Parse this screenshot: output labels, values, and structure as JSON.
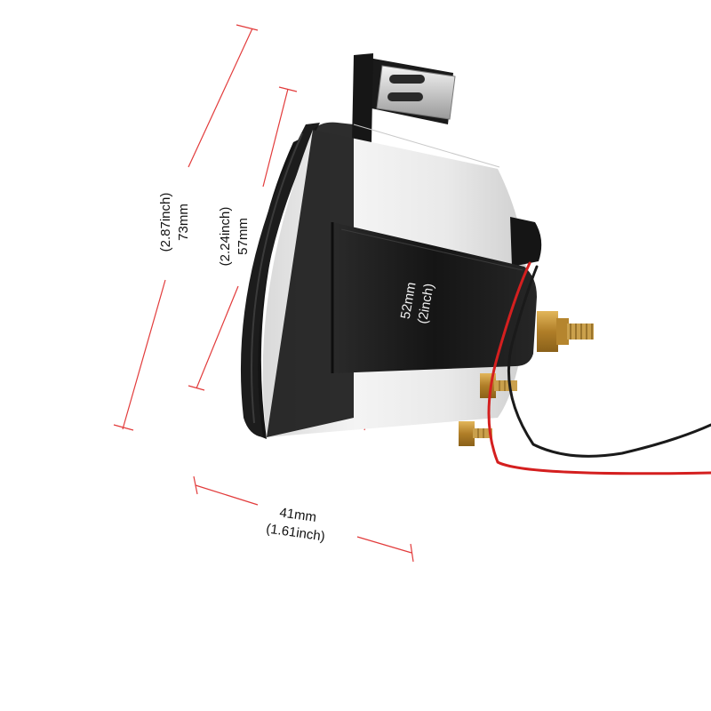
{
  "dimensions": {
    "overall": {
      "mm": "73mm",
      "inch": "(2.87inch)"
    },
    "body": {
      "mm": "57mm",
      "inch": "(2.24inch)"
    },
    "mount": {
      "mm": "52mm",
      "inch": "(2inch)"
    },
    "depth": {
      "mm": "41mm",
      "inch": "(1.61inch)"
    }
  },
  "colors": {
    "dimension_line": "#e23b3b",
    "bezel": "#141414",
    "housing": "#ececec",
    "clamp": "#1b1b1b",
    "wire_red": "#d41f1f",
    "wire_black": "#1a1a1a",
    "brass": "#c99a3a"
  }
}
